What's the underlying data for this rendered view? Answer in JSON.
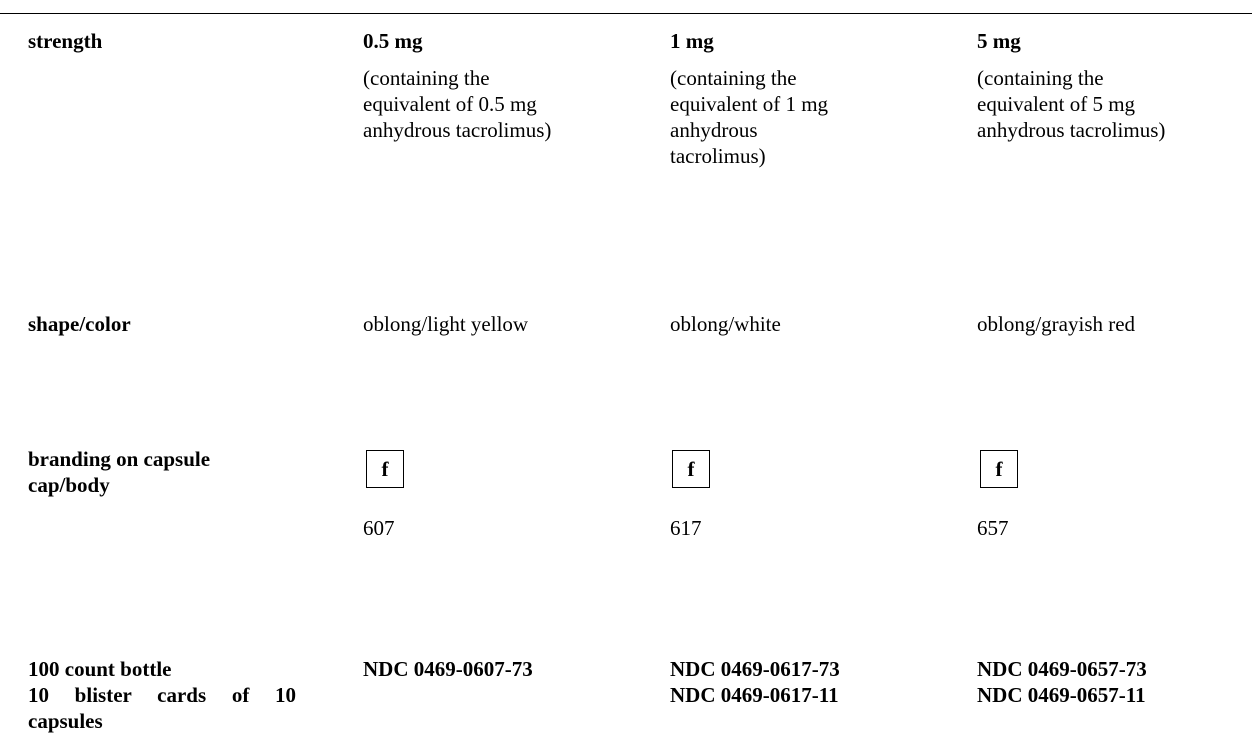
{
  "table": {
    "strength": {
      "label": "strength",
      "columns": [
        {
          "title": "0.5 mg",
          "description_lines": [
            "(containing the",
            "equivalent of 0.5 mg",
            "anhydrous tacrolimus)"
          ]
        },
        {
          "title": "1 mg",
          "description_lines": [
            "(containing the",
            "equivalent of 1 mg",
            "anhydrous",
            "tacrolimus)"
          ]
        },
        {
          "title": "5 mg",
          "description_lines": [
            "(containing the",
            "equivalent of 5 mg",
            "anhydrous tacrolimus)"
          ]
        }
      ]
    },
    "shape_color": {
      "label": "shape/color",
      "values": [
        "oblong/light yellow",
        "oblong/white",
        "oblong/grayish red"
      ]
    },
    "branding": {
      "label_lines": [
        "branding on capsule",
        "cap/body"
      ],
      "logo_letter": "f",
      "codes": [
        "607",
        "617",
        "657"
      ]
    },
    "packaging": {
      "label_lines": [
        "100 count bottle",
        "10 blister cards of 10",
        "capsules"
      ],
      "ndc": [
        [
          "NDC 0469-0607-73"
        ],
        [
          "NDC 0469-0617-73",
          "NDC 0469-0617-11"
        ],
        [
          "NDC 0469-0657-73",
          "NDC 0469-0657-11"
        ]
      ]
    }
  }
}
